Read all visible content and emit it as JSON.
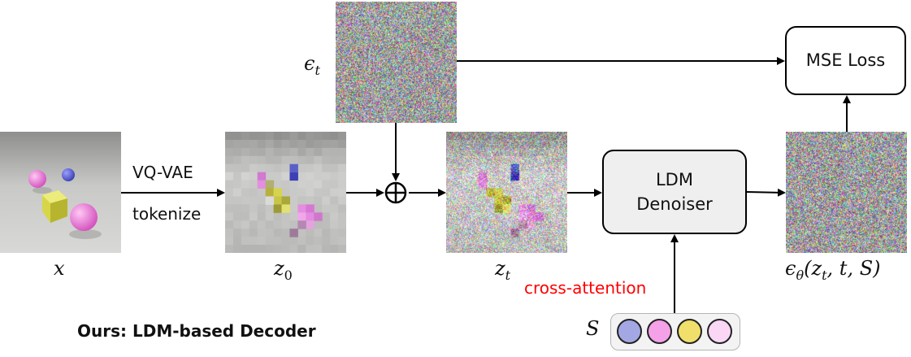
{
  "labels": {
    "x": "x",
    "z0": "z",
    "z0_sub": "0",
    "zt": "z",
    "zt_sub": "t",
    "eps_t": "ϵ",
    "eps_t_sub": "t",
    "eps_theta": "ϵ",
    "eps_theta_sub": "θ",
    "eps_theta_args_open": "(z",
    "eps_theta_args_sub": "t",
    "eps_theta_args_rest": ", t, S)",
    "S": "S"
  },
  "edge_labels": {
    "vqvae": "VQ-VAE",
    "tokenize": "tokenize",
    "cross_attention": "cross-attention"
  },
  "boxes": {
    "mse": "MSE Loss",
    "denoiser_line1": "LDM",
    "denoiser_line2": "Denoiser"
  },
  "caption": "Ours: LDM-based Decoder",
  "tokens": [
    {
      "color": "#a3a8e4"
    },
    {
      "color": "#f5a1e8"
    },
    {
      "color": "#f0df6a"
    },
    {
      "color": "#fbd7f6"
    }
  ],
  "colors": {
    "cross_attention": "#ff0000",
    "token_box_bg": "#f3f3f3"
  }
}
